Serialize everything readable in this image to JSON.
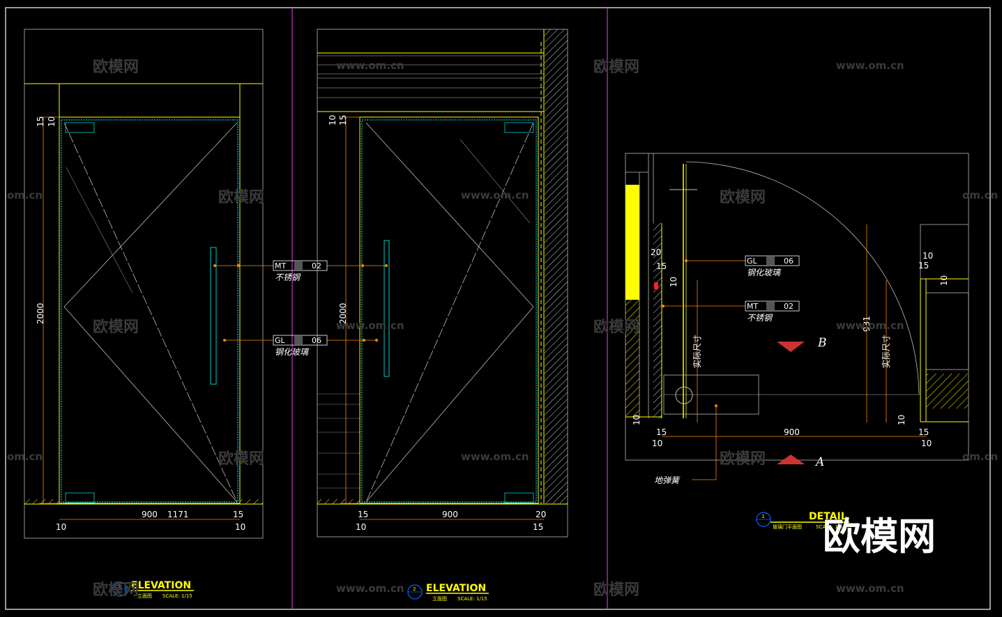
{
  "colors": {
    "background": "#000000",
    "frame": "#ffffff",
    "divider": "#cc33cc",
    "door_outline": "#ffff00",
    "glass_edge": "#00aaaa",
    "dimension": "#ff8800",
    "hatch": "#ffff00",
    "watermark": "#3a3a3a"
  },
  "watermarks": {
    "brand": "欧模网",
    "url": "www.om.cn",
    "url_partial": "om.cn"
  },
  "elevation_1": {
    "dims": {
      "top_15": "15",
      "top_10": "10",
      "height": "2000",
      "width": "900",
      "width_alt": "1171",
      "right_15": "15",
      "bottom_left_10": "10",
      "bottom_right_10": "10"
    },
    "title": {
      "number": "1",
      "main": "ELEVATION",
      "cn": "立面图",
      "scale": "SCALE: 1/15"
    }
  },
  "elevation_2": {
    "dims": {
      "top_10": "10",
      "top_15": "15",
      "height": "2000",
      "width": "900",
      "left_15": "15",
      "left_10": "10",
      "right_20": "20",
      "right_15": "15"
    },
    "title": {
      "number": "2",
      "main": "ELEVATION",
      "cn": "立面图",
      "scale": "SCALE: 1/15"
    }
  },
  "tags": {
    "mt": {
      "code": "MT",
      "num": "02",
      "desc": "不锈钢"
    },
    "gl": {
      "code": "GL",
      "num": "06",
      "desc": "钢化玻璃"
    }
  },
  "detail": {
    "dims": {
      "d20": "20",
      "d15": "15",
      "d10": "10",
      "width": "900",
      "left_15": "15",
      "left_10": "10",
      "right_15": "15",
      "right_10": "10",
      "r10a": "10",
      "r15": "15",
      "r10b": "10",
      "bottom_r10": "10",
      "radius": "931",
      "actual_left": "实际尺寸",
      "actual_right": "实际尺寸"
    },
    "labels": {
      "b": "B",
      "a": "A",
      "spring": "地弹簧"
    },
    "title": {
      "number": "1",
      "main": "DETAIL",
      "cn": "玻璃门平面图",
      "scale": "SCALE: 1/5"
    }
  }
}
